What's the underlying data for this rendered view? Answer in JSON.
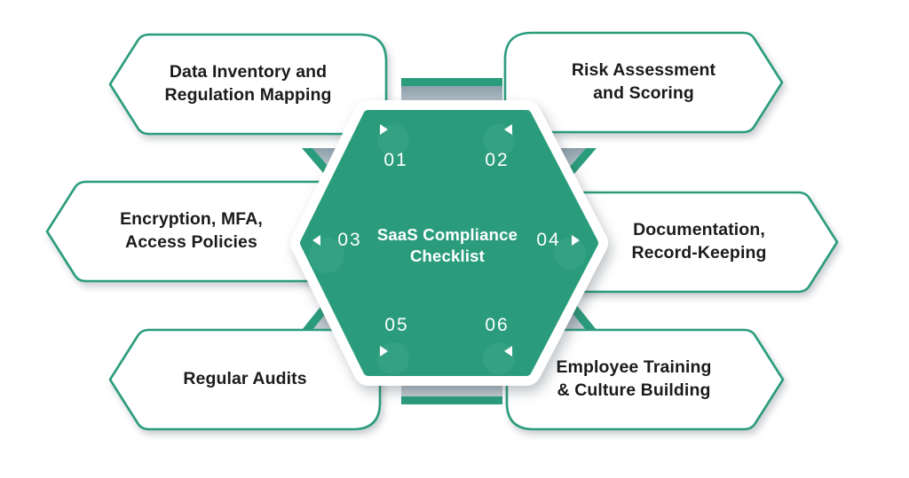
{
  "diagram": {
    "center": {
      "title": "SaaS Compliance\nChecklist"
    },
    "items": [
      {
        "number": "01",
        "label": "Data Inventory and\nRegulation Mapping",
        "position": "top-left",
        "arrow": "right"
      },
      {
        "number": "02",
        "label": "Risk Assessment\nand Scoring",
        "position": "top-right",
        "arrow": "left"
      },
      {
        "number": "03",
        "label": "Encryption, MFA,\nAccess Policies",
        "position": "middle-left",
        "arrow": "left"
      },
      {
        "number": "04",
        "label": "Documentation,\nRecord-Keeping",
        "position": "middle-right",
        "arrow": "right"
      },
      {
        "number": "05",
        "label": "Regular Audits",
        "position": "bottom-left",
        "arrow": "right"
      },
      {
        "number": "06",
        "label": "Employee Training\n& Culture Building",
        "position": "bottom-right",
        "arrow": "left"
      }
    ],
    "colors": {
      "accent_green": "#2a9c7c",
      "label_text": "#1b1b1d",
      "connector_gray_dark": "#8d9fab",
      "connector_gray_light": "#cdd4d9",
      "background": "#ffffff",
      "hexagon_text": "#ffffff"
    }
  }
}
